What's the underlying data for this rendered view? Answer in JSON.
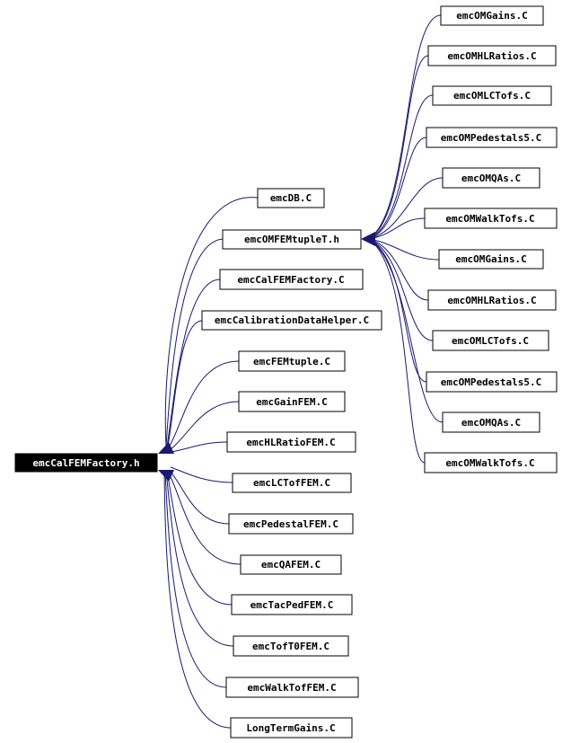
{
  "root": {
    "label": "emcCalFEMFactory.h"
  },
  "hub": {
    "label": "emcOMFEMtupleT.h"
  },
  "hub_includers": [
    "emcOMGains.C",
    "emcOMHLRatios.C",
    "emcOMLCTofs.C",
    "emcOMPedestals5.C",
    "emcOMQAs.C",
    "emcOMWalkTofs.C",
    "emcOMGains.C",
    "emcOMHLRatios.C",
    "emcOMLCTofs.C",
    "emcOMPedestals5.C",
    "emcOMQAs.C",
    "emcOMWalkTofs.C"
  ],
  "root_includers": [
    "emcDB.C",
    "emcOMFEMtupleT.h",
    "emcCalFEMFactory.C",
    "emcCalibrationDataHelper.C",
    "emcFEMtuple.C",
    "emcGainFEM.C",
    "emcHLRatioFEM.C",
    "emcLCTofFEM.C",
    "emcPedestalFEM.C",
    "emcQAFEM.C",
    "emcTacPedFEM.C",
    "emcTofT0FEM.C",
    "emcWalkTofFEM.C",
    "LongTermGains.C"
  ],
  "colors": {
    "edge": "#191970",
    "node_border": "#000000",
    "root_fill": "#000000",
    "root_text": "#ffffff",
    "node_fill": "#ffffff",
    "node_text": "#000000"
  }
}
